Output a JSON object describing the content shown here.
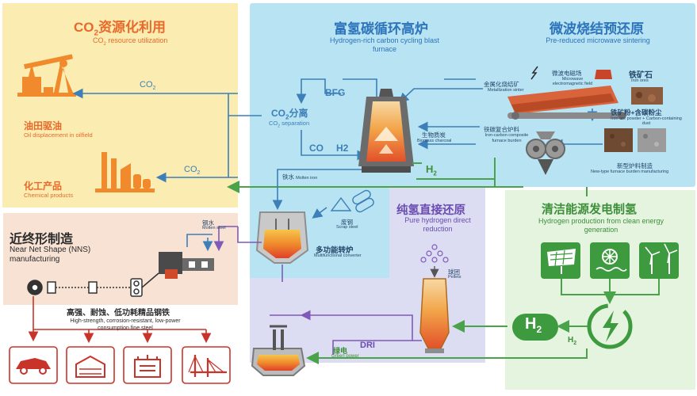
{
  "colors": {
    "co2_panel": "#fbedb1",
    "hydrogen_panel": "#b7e3f3",
    "nns_panel": "#f7e2d4",
    "pure_h2_panel": "#dcdcf2",
    "clean_energy_panel": "#e4f4df",
    "orange_title": "#e8692a",
    "blue_title": "#2d74bb",
    "purple_title": "#6a4cb0",
    "green_title": "#3e8f3a",
    "dark_title": "#2b2b2b",
    "green_arrow": "#4aa34a",
    "blue_arrow": "#3d7fb8",
    "purple_arrow": "#7f5ab8",
    "red_arrow": "#c8342a"
  },
  "co2_section": {
    "title_prefix": "CO",
    "title_sub": "2",
    "title_rest": "资源化利用",
    "subtitle_prefix": "CO",
    "subtitle_sub": "2",
    "subtitle_rest": " resource utilization",
    "oilfield_zh": "油田驱油",
    "oilfield_en": "Oil displacement in oilfield",
    "chemical_zh": "化工产品",
    "chemical_en": "Chemical products",
    "co2_arrow_top": "CO",
    "co2_arrow_bottom": "CO",
    "sub2": "2"
  },
  "furnace_section": {
    "title_zh": "富氢碳循环高炉",
    "title_en": "Hydrogen-rich carbon cycling blast furnace",
    "bfg": "BFG",
    "co2_sep_zh_prefix": "CO",
    "co2_sep_zh_sub": "2",
    "co2_sep_zh_rest": "分离",
    "co2_sep_en_prefix": "CO",
    "co2_sep_en_sub": "2",
    "co2_sep_en_rest": " separation",
    "co_label": "CO",
    "h2_label": "H2",
    "h2_big": "H",
    "h2_big_sub": "2",
    "biomass_zh": "生物质炭",
    "biomass_en": "Biomass charcoal",
    "metallized_zh": "金属化烧结矿",
    "metallized_en": "Metallization sinter",
    "iron_carbon_zh": "铁碳复合炉料",
    "iron_carbon_en": "Iron-carbon composite furnace burden",
    "molten_iron_zh": "铁水",
    "molten_iron_en": "Molten iron"
  },
  "microwave_section": {
    "title_zh": "微波烧结预还原",
    "title_en": "Pre-reduced microwave sintering",
    "field_zh": "微波电磁场",
    "field_en": "Microwave electromagnetic field",
    "iron_ore_zh": "铁矿石",
    "iron_ore_en": "Iron ores",
    "powder_zh": "铁矿粉+含碳粉尘",
    "powder_en": "Iron ore powder + Carbon-containing dust",
    "burden_zh": "新型炉料制造",
    "burden_en": "New-type furnace burden manufacturing"
  },
  "nns_section": {
    "title_zh": "近终形制造",
    "title_en": "Near Net Shape (NNS) manufacturing",
    "molten_steel_zh": "钢水",
    "molten_steel_en": "Molten steel",
    "steel_zh": "高强、耐蚀、低功耗精品钢铁",
    "steel_en": "High-strength, corrosion-resistant, low-power consumption fine steel",
    "products": [
      "car-icon",
      "building-icon",
      "transformer-icon",
      "bridge-icon"
    ]
  },
  "converter_section": {
    "scrap_zh": "废钢",
    "scrap_en": "Scrap steel",
    "converter_zh": "多功能转炉",
    "converter_en": "Multifunctional converter"
  },
  "pure_h2_section": {
    "title_zh": "纯氢直接还原",
    "title_en": "Pure hydrogen direct reduction",
    "pellets_zh": "球团",
    "pellets_en": "Pellets",
    "dri": "DRI",
    "green_power_zh": "绿电",
    "green_power_en": "Green power"
  },
  "clean_energy_section": {
    "title_zh": "清洁能源发电制氢",
    "title_en": "Hydrogen production from clean energy generation",
    "h2_tank": "H",
    "h2_tank_sub": "2",
    "h2_out": "H",
    "h2_out_sub": "2",
    "sources": [
      "solar-panel-icon",
      "hydro-power-icon",
      "wind-turbine-icon"
    ]
  }
}
